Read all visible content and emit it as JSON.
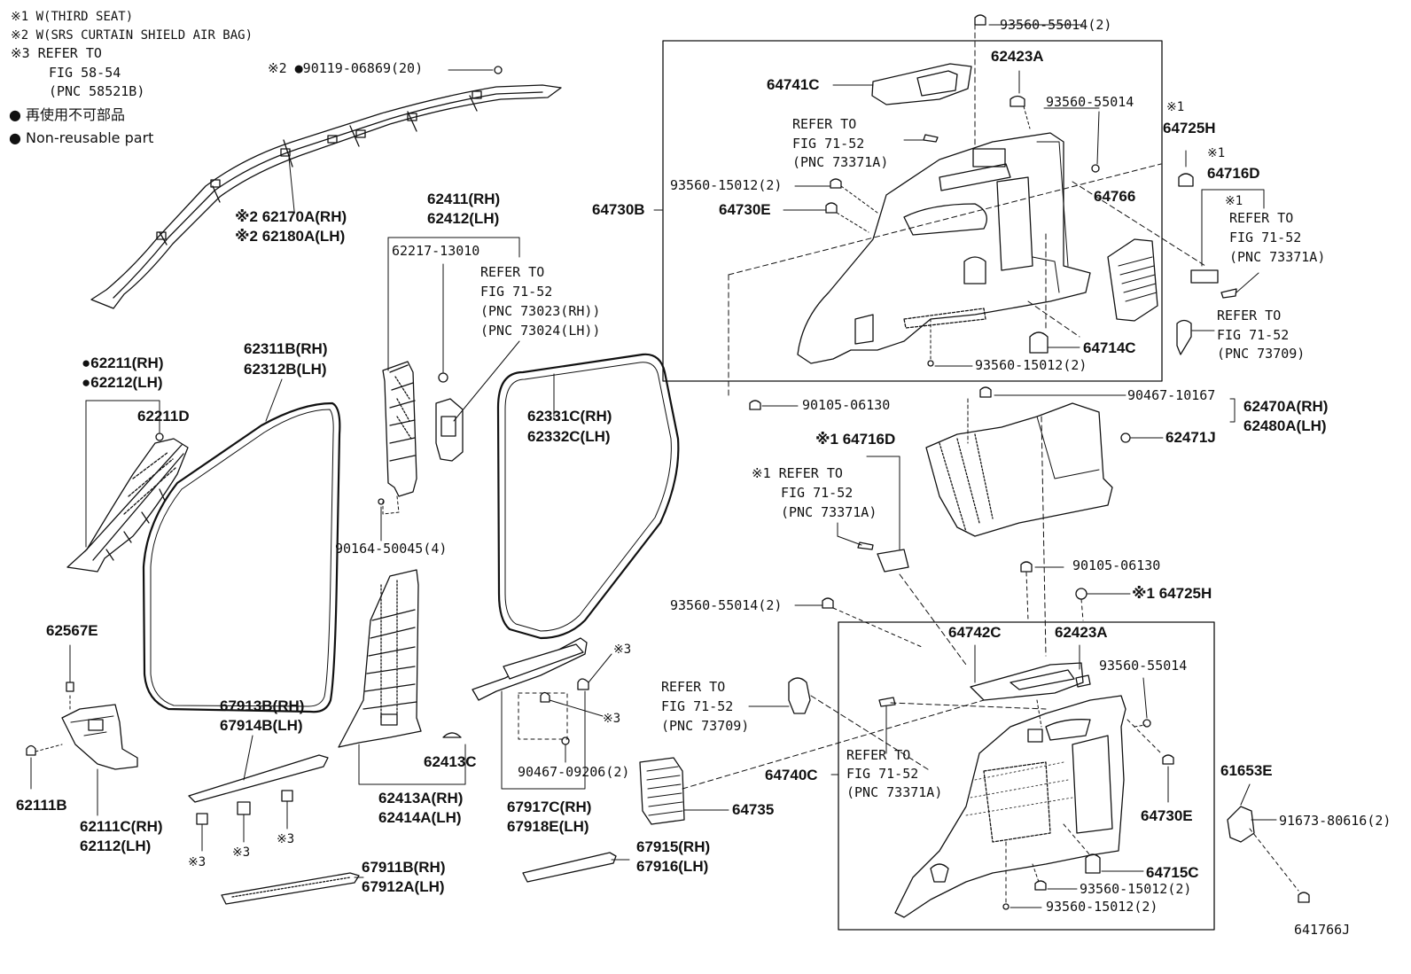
{
  "legend": {
    "note1": "※1 W(THIRD SEAT)",
    "note2": "※2 W(SRS CURTAIN SHIELD AIR BAG)",
    "note3a": "※3 REFER TO",
    "note3b": "FIG 58-54",
    "note3c": "(PNC 58521B)",
    "nonreusable_jp": "● 再使用不可部品",
    "nonreusable_en": "● Non-reusable part"
  },
  "diagram_id": "641766J",
  "labels": {
    "p90119": "※2 ●90119-06869(20)",
    "p62170": "※2 62170A(RH)",
    "p62180": "※2 62180A(LH)",
    "p62211rh": "●62211(RH)",
    "p62212lh": "●62212(LH)",
    "p62211d": "62211D",
    "p62311": "62311B(RH)",
    "p62312": "62312B(LH)",
    "p62411": "62411(RH)",
    "p62412": "62412(LH)",
    "p62217": "62217-13010",
    "ref73023a": "REFER TO",
    "ref73023b": "FIG 71-52",
    "ref73023c": "(PNC 73023(RH))",
    "ref73023d": "(PNC 73024(LH))",
    "p90164": "90164-50045(4)",
    "p62331": "62331C(RH)",
    "p62332": "62332C(LH)",
    "p62567": "62567E",
    "p62111b": "62111B",
    "p62111c": "62111C(RH)",
    "p62112": "62112(LH)",
    "p67913": "67913B(RH)",
    "p67914": "67914B(LH)",
    "p62413c": "62413C",
    "p62413a": "62413A(RH)",
    "p62414a": "62414A(LH)",
    "s3a": "※3",
    "s3b": "※3",
    "s3c": "※3",
    "s3d": "※3",
    "s3e": "※3",
    "p90467_09206": "90467-09206(2)",
    "p67917": "67917C(RH)",
    "p67918": "67918E(LH)",
    "p67915": "67915(RH)",
    "p67916": "67916(LH)",
    "p67911": "67911B(RH)",
    "p67912": "67912A(LH)",
    "p93560_55014_2_top": "93560-55014(2)",
    "p62423a_top": "62423A",
    "p64741c": "64741C",
    "ref73371a_top_a": "REFER TO",
    "ref73371a_top_b": "FIG 71-52",
    "ref73371a_top_c": "(PNC 73371A)",
    "p93560_55014_top": "93560-55014",
    "p93560_15012_2_top": "93560-15012(2)",
    "p64730b": "64730B",
    "p64730e_top": "64730E",
    "p64766": "64766",
    "p64714c": "64714C",
    "p93560_15012_2_mid": "93560-15012(2)",
    "s1_64725h": "※1",
    "p64725h_top": "64725H",
    "s1_64716d": "※1",
    "p64716d_top": "64716D",
    "ref73371a_r_s": "※1",
    "ref73371a_r_a": "REFER TO",
    "ref73371a_r_b": "FIG 71-52",
    "ref73371a_r_c": "(PNC 73371A)",
    "ref73709_r_a": "REFER TO",
    "ref73709_r_b": "FIG 71-52",
    "ref73709_r_c": "(PNC 73709)",
    "p90105_top": "90105-06130",
    "p90467_10167": "90467-10167",
    "p62470a": "62470A(RH)",
    "p62480a": "62480A(LH)",
    "p62471j": "62471J",
    "p64716d_mid": "※1 64716D",
    "ref73371a_m_a": "※1 REFER TO",
    "ref73371a_m_b": "FIG 71-52",
    "ref73371a_m_c": "(PNC 73371A)",
    "p90105_mid": "90105-06130",
    "p64725h_mid": "※1 64725H",
    "p93560_55014_2_mid": "93560-55014(2)",
    "p64742c": "64742C",
    "p62423a_bot": "62423A",
    "p93560_55014_bot": "93560-55014",
    "ref73709_m_a": "REFER TO",
    "ref73709_m_b": "FIG 71-52",
    "ref73709_m_c": "(PNC 73709)",
    "ref73371a_b_a": "REFER TO",
    "ref73371a_b_b": "FIG 71-52",
    "ref73371a_b_c": "(PNC 73371A)",
    "p64740c": "64740C",
    "p64730e_bot": "64730E",
    "p64735": "64735",
    "p64715c": "64715C",
    "p93560_15012_2_b1": "93560-15012(2)",
    "p93560_15012_2_b2": "93560-15012(2)",
    "p61653e": "61653E",
    "p91673": "91673-80616(2)"
  }
}
